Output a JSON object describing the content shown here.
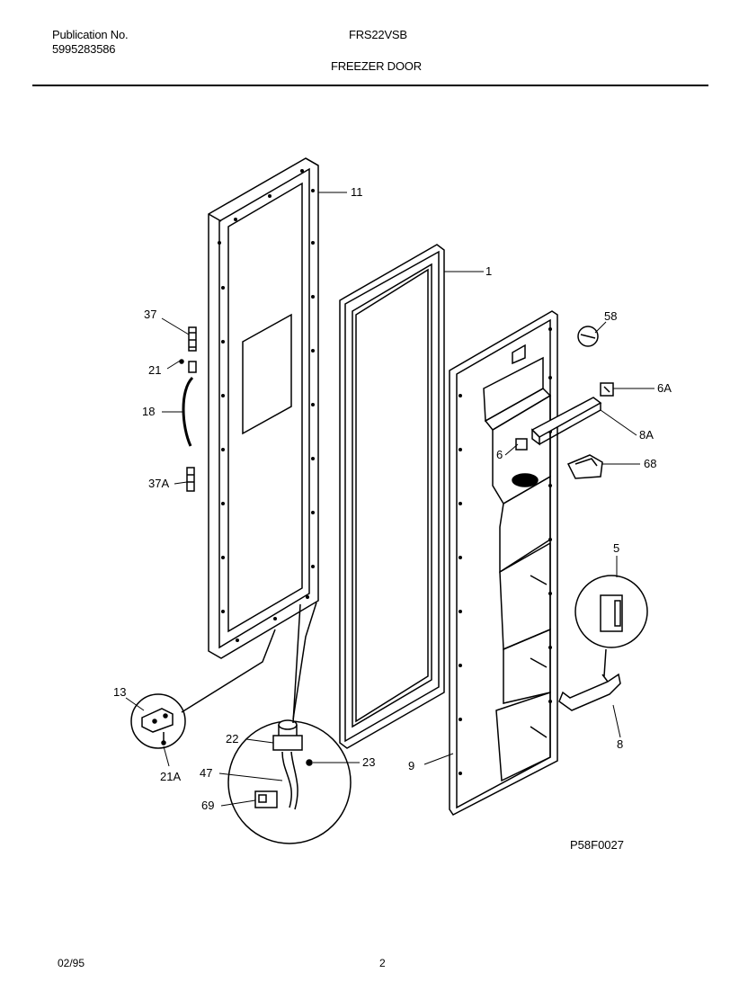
{
  "header": {
    "publication_label": "Publication No.",
    "publication_number": "5995283586",
    "model": "FRS22VSB",
    "section_title": "FREEZER DOOR"
  },
  "diagram": {
    "callouts": {
      "c11": "11",
      "c1": "1",
      "c58": "58",
      "c6A": "6A",
      "c8A": "8A",
      "c6": "6",
      "c68": "68",
      "c5": "5",
      "c8": "8",
      "c9": "9",
      "c37": "37",
      "c21": "21",
      "c18": "18",
      "c37A": "37A",
      "c13": "13",
      "c21A": "21A",
      "c22": "22",
      "c47": "47",
      "c23": "23",
      "c69": "69"
    },
    "drawing_code": "P58F0027"
  },
  "footer": {
    "date": "02/95",
    "page": "2"
  }
}
